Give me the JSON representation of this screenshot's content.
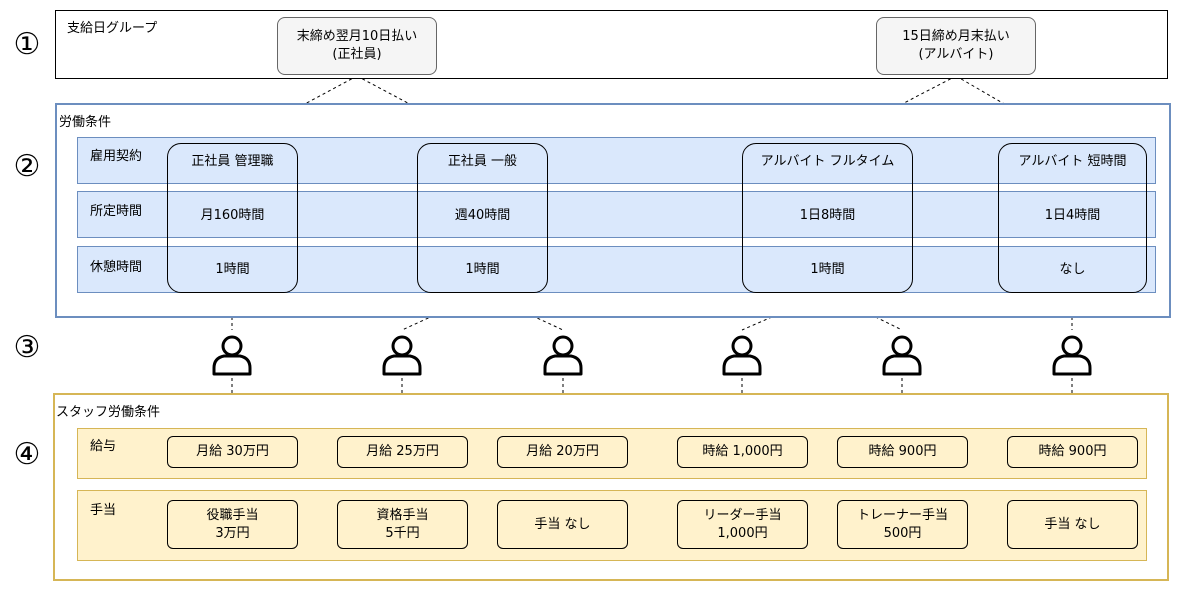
{
  "section_numbers": [
    "①",
    "②",
    "③",
    "④"
  ],
  "paydate": {
    "title": "支給日グループ",
    "groups": [
      {
        "line1": "末締め翌月10日払い",
        "line2": "(正社員)"
      },
      {
        "line1": "15日締め月末払い",
        "line2": "(アルバイト)"
      }
    ]
  },
  "conditions": {
    "title": "労働条件",
    "rows": [
      "雇用契約",
      "所定時間",
      "休憩時間"
    ],
    "contracts": [
      {
        "name": "正社員 管理職",
        "hours": "月160時間",
        "break": "1時間"
      },
      {
        "name": "正社員 一般",
        "hours": "週40時間",
        "break": "1時間"
      },
      {
        "name": "アルバイト フルタイム",
        "hours": "1日8時間",
        "break": "1時間"
      },
      {
        "name": "アルバイト 短時間",
        "hours": "1日4時間",
        "break": "なし"
      }
    ]
  },
  "staff": {
    "title": "スタッフ労働条件",
    "rows": [
      "給与",
      "手当"
    ],
    "members": [
      {
        "salary": "月給 30万円",
        "allow1": "役職手当",
        "allow2": "3万円"
      },
      {
        "salary": "月給 25万円",
        "allow1": "資格手当",
        "allow2": "5千円"
      },
      {
        "salary": "月給 20万円",
        "allow1": "手当 なし",
        "allow2": ""
      },
      {
        "salary": "時給 1,000円",
        "allow1": "リーダー手当",
        "allow2": "1,000円"
      },
      {
        "salary": "時給 900円",
        "allow1": "トレーナー手当",
        "allow2": "500円"
      },
      {
        "salary": "時給 900円",
        "allow1": "手当 なし",
        "allow2": ""
      }
    ]
  },
  "colors": {
    "blue_band": "#dae8fc",
    "blue_border": "#6c8ebf",
    "gold_band": "#fff2cc",
    "gold_border": "#d6b656",
    "group_fill": "#f5f5f5"
  },
  "icons": [
    "user-icon"
  ]
}
